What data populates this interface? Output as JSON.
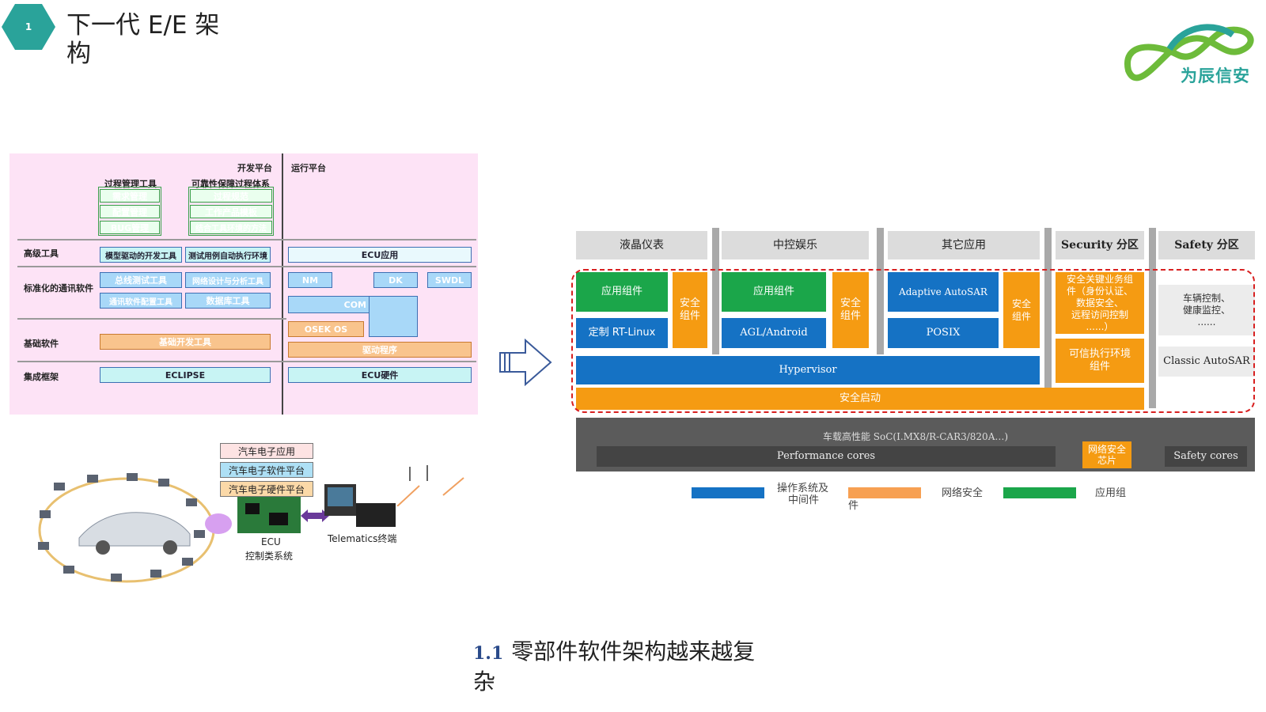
{
  "header": {
    "slide_number": "1",
    "title_line1": "下一代 E/E 架",
    "title_line2": "构",
    "logo_text": "为辰信安"
  },
  "left_top": {
    "dev_platform": "开发平台",
    "run_platform": "运行平台",
    "process_tools": "过程管理工具",
    "reliability": "可靠性保障过程体系",
    "req_mgmt": "需求管理",
    "config_mgmt": "配置管理",
    "bug_mgmt": "BUG管理",
    "process_norm": "过程规范",
    "work_template": "工作产品模板",
    "tool_env": "结合工具环境的方法",
    "row_advanced": "高级工具",
    "model_dev": "模型驱动的开发工具",
    "test_env": "测试用例自动执行环境",
    "ecu_app": "ECU应用",
    "row_comm": "标准化的通讯软件",
    "bus_test": "总线测试工具",
    "net_design": "网络设计与分析工具",
    "comm_config": "通讯软件配置工具",
    "db_tool": "数据库工具",
    "nm": "NM",
    "dk": "DK",
    "swdl": "SWDL",
    "com": "COM",
    "osek": "OSEK OS",
    "row_base": "基础软件",
    "base_dev": "基础开发工具",
    "driver": "驱动程序",
    "row_frame": "集成框架",
    "eclipse": "ECLIPSE",
    "ecu_hw": "ECU硬件"
  },
  "left_bottom": {
    "stack1": "汽车电子应用",
    "stack2": "汽车电子软件平台",
    "stack3": "汽车电子硬件平台",
    "ecu1": "ECU",
    "ecu2": "控制类系统",
    "telematics": "Telematics终端"
  },
  "right": {
    "col1": "液晶仪表",
    "col2": "中控娱乐",
    "col3": "其它应用",
    "col4": "Security 分区",
    "col5": "Safety 分区",
    "app1": "应用组件",
    "sec1": "安全\n组件",
    "rtlinux": "定制 RT-Linux",
    "app2": "应用组件",
    "sec2": "安全\n组件",
    "agl": "AGL/Android",
    "adaptive": "Adaptive AutoSAR",
    "sec3": "安全\n组件",
    "posix": "POSIX",
    "security_biz": "安全关键业务组\n件（身份认证、\n数据安全、\n远程访问控制\n......）",
    "tee": "可信执行环境\n组件",
    "safety_ctrl": "车辆控制、\n健康监控、\n......",
    "classic": "Classic AutoSAR",
    "hypervisor": "Hypervisor",
    "secure_boot": "安全启动",
    "soc": "车载高性能 SoC(I.MX8/R-CAR3/820A…)",
    "perf": "Performance cores",
    "hsm": "网络安全\n芯片",
    "safety_cores": "Safety cores",
    "legend1a": "操作系统及",
    "legend1b": "中间件",
    "legend1c": "件",
    "legend2": "网络安全",
    "legend3": "应用组",
    "colors": {
      "blue": "#1572c4",
      "orange": "#f59b12",
      "green": "#1ba64a",
      "gray": "#5b5b5b",
      "red": "#d82020"
    }
  },
  "caption": {
    "num": "1.1",
    "text1": "零部件软件架构越来越复",
    "text2": "杂"
  }
}
